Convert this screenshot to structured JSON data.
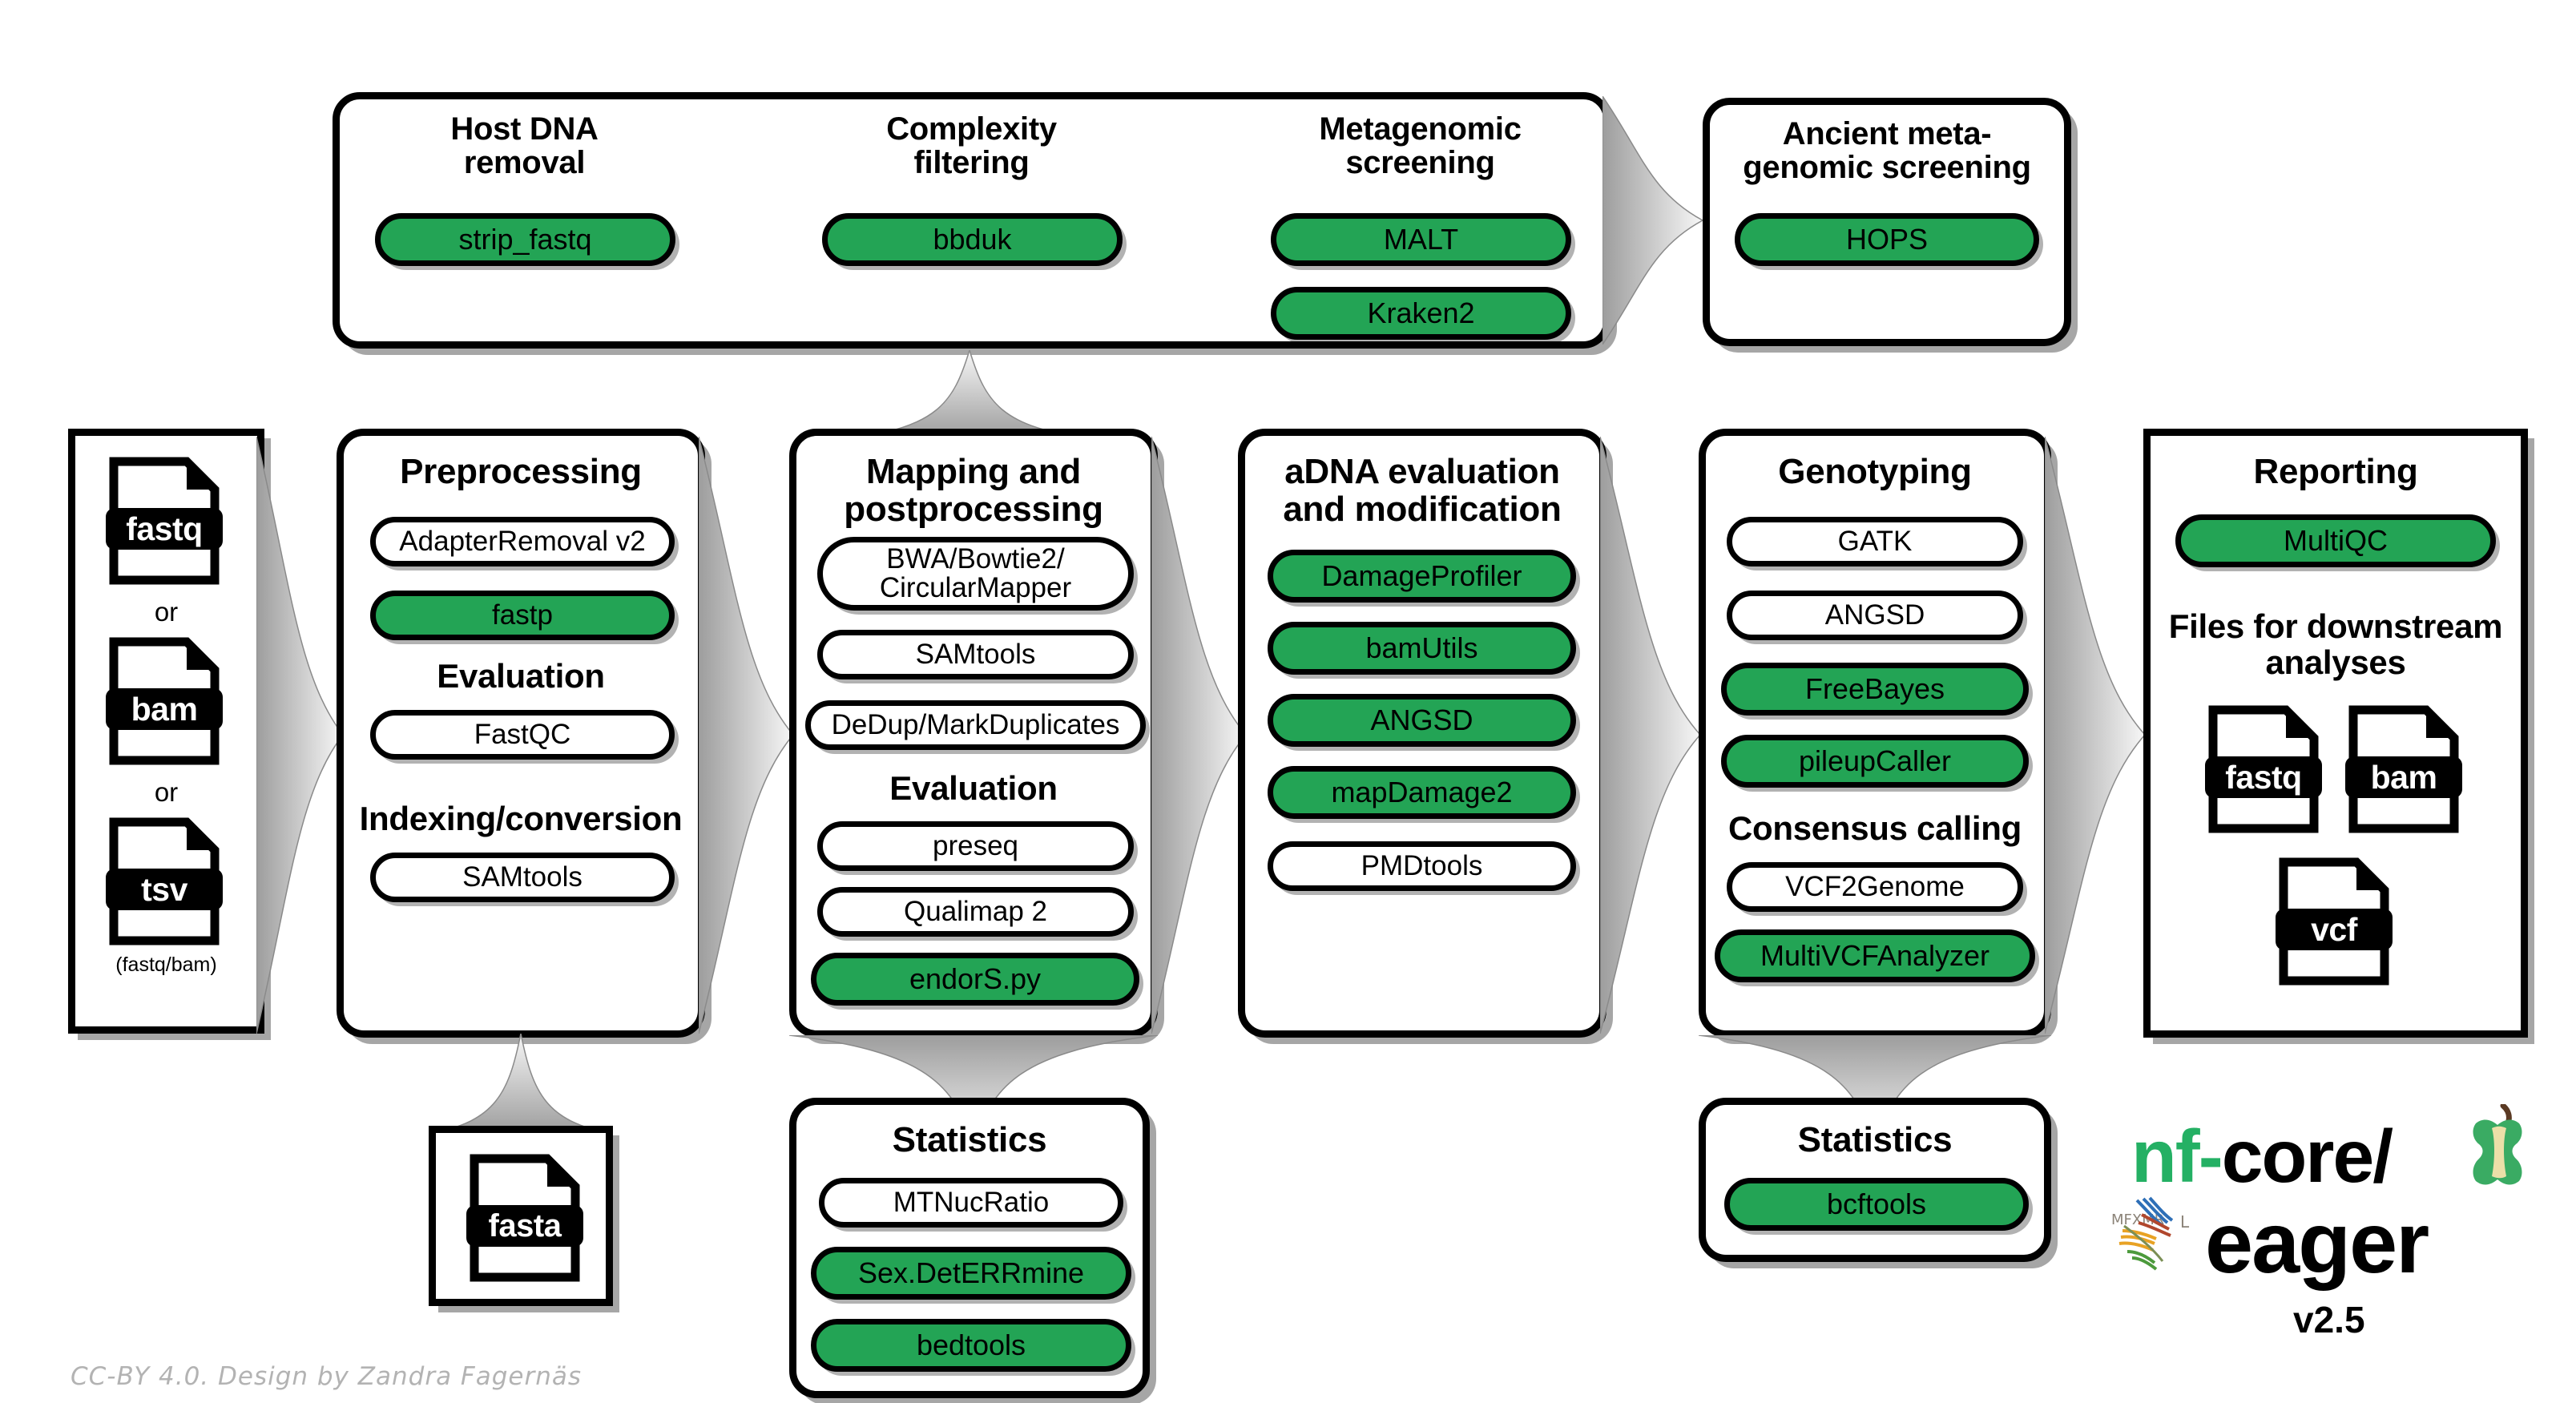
{
  "screening_panel": {
    "groups": [
      {
        "title": "Host DNA\nremoval",
        "tools": [
          {
            "label": "strip_fastq",
            "highlight": true
          }
        ]
      },
      {
        "title": "Complexity\nfiltering",
        "tools": [
          {
            "label": "bbduk",
            "highlight": true
          }
        ]
      },
      {
        "title": "Metagenomic\nscreening",
        "tools": [
          {
            "label": "MALT",
            "highlight": true
          },
          {
            "label": "Kraken2",
            "highlight": true
          }
        ]
      }
    ]
  },
  "ancient_screening": {
    "title": "Ancient meta-\ngenomic screening",
    "tools": [
      {
        "label": "HOPS",
        "highlight": true
      }
    ]
  },
  "input_files": {
    "items": [
      "fastq",
      "bam",
      "tsv"
    ],
    "or_label": "or",
    "note": "(fastq/bam)"
  },
  "columns": [
    {
      "title": "Preprocessing",
      "rows": [
        {
          "type": "pill",
          "label": "AdapterRemoval v2",
          "highlight": false
        },
        {
          "type": "pill",
          "label": "fastp",
          "highlight": true
        },
        {
          "type": "heading",
          "label": "Evaluation"
        },
        {
          "type": "pill",
          "label": "FastQC",
          "highlight": false
        },
        {
          "type": "heading",
          "label": "Indexing/conversion"
        },
        {
          "type": "pill",
          "label": "SAMtools",
          "highlight": false
        }
      ]
    },
    {
      "title": "Mapping and\npostprocessing",
      "rows": [
        {
          "type": "pill",
          "label": "BWA/Bowtie2/\nCircularMapper",
          "highlight": false
        },
        {
          "type": "pill",
          "label": "SAMtools",
          "highlight": false
        },
        {
          "type": "pill",
          "label": "DeDup/MarkDuplicates",
          "highlight": false
        },
        {
          "type": "heading",
          "label": "Evaluation"
        },
        {
          "type": "pill",
          "label": "preseq",
          "highlight": false
        },
        {
          "type": "pill",
          "label": "Qualimap 2",
          "highlight": false
        },
        {
          "type": "pill",
          "label": "endorS.py",
          "highlight": true
        }
      ]
    },
    {
      "title": "aDNA evaluation\nand modification",
      "rows": [
        {
          "type": "pill",
          "label": "DamageProfiler",
          "highlight": true
        },
        {
          "type": "pill",
          "label": "bamUtils",
          "highlight": true
        },
        {
          "type": "pill",
          "label": "ANGSD",
          "highlight": true
        },
        {
          "type": "pill",
          "label": "mapDamage2",
          "highlight": true
        },
        {
          "type": "pill",
          "label": "PMDtools",
          "highlight": false
        }
      ]
    },
    {
      "title": "Genotyping",
      "rows": [
        {
          "type": "pill",
          "label": "GATK",
          "highlight": false
        },
        {
          "type": "pill",
          "label": "ANGSD",
          "highlight": false
        },
        {
          "type": "pill",
          "label": "FreeBayes",
          "highlight": true
        },
        {
          "type": "pill",
          "label": "pileupCaller",
          "highlight": true
        },
        {
          "type": "heading",
          "label": "Consensus calling"
        },
        {
          "type": "pill",
          "label": "VCF2Genome",
          "highlight": false
        },
        {
          "type": "pill",
          "label": "MultiVCFAnalyzer",
          "highlight": true
        }
      ]
    },
    {
      "title": "Reporting",
      "rows": [
        {
          "type": "pill",
          "label": "MultiQC",
          "highlight": true
        },
        {
          "type": "heading",
          "label": "Files for downstream\nanalyses"
        }
      ],
      "output_files": [
        "fastq",
        "bam",
        "vcf"
      ]
    }
  ],
  "reference_file": {
    "label": "fasta"
  },
  "stats_left": {
    "title": "Statistics",
    "tools": [
      {
        "label": "MTNucRatio",
        "highlight": false
      },
      {
        "label": "Sex.DetERRmine",
        "highlight": true
      },
      {
        "label": "bedtools",
        "highlight": true
      }
    ]
  },
  "stats_right": {
    "title": "Statistics",
    "tools": [
      {
        "label": "bcftools",
        "highlight": true
      }
    ]
  },
  "logo": {
    "prefix": "nf-core/",
    "name": "eager",
    "version": "v2.5"
  },
  "credit": "CC-BY 4.0. Design by Zandra Fagernäs",
  "colors": {
    "green": "#23a455",
    "black": "#000000",
    "white": "#ffffff",
    "credit_gray": "#b3b3b3",
    "arrow_gray_light": "#f2f2f2",
    "arrow_gray_dark": "#9d9d9d",
    "logo_green": "#24b064",
    "apple_core": "#ecdfa8",
    "apple_stem": "#5b3a24"
  }
}
